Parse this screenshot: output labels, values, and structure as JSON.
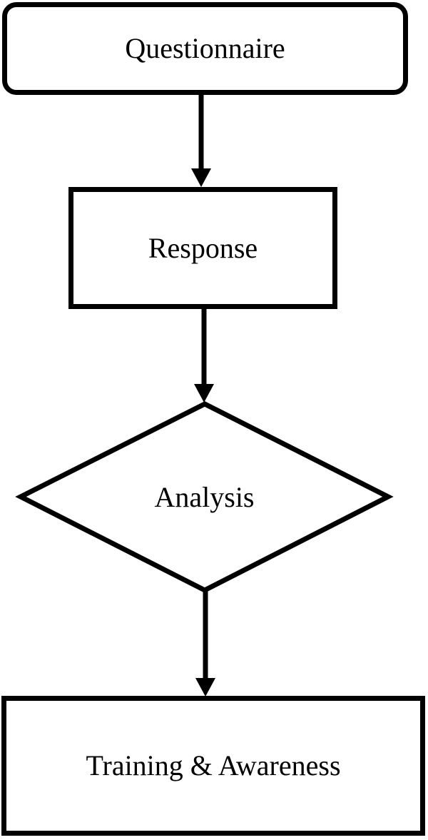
{
  "diagram": {
    "type": "flowchart",
    "direction": "top-to-bottom",
    "colors": {
      "stroke": "#000000",
      "fill": "#ffffff",
      "text": "#000000",
      "background": "#ffffff"
    },
    "nodes": [
      {
        "id": "questionnaire",
        "label": "Questionnaire",
        "shape": "rounded-rectangle"
      },
      {
        "id": "response",
        "label": "Response",
        "shape": "rectangle"
      },
      {
        "id": "analysis",
        "label": "Analysis",
        "shape": "diamond"
      },
      {
        "id": "training-awareness",
        "label": "Training & Awareness",
        "shape": "rectangle"
      }
    ],
    "edges": [
      {
        "from": "questionnaire",
        "to": "response",
        "style": "arrow-down"
      },
      {
        "from": "response",
        "to": "analysis",
        "style": "arrow-down"
      },
      {
        "from": "analysis",
        "to": "training-awareness",
        "style": "arrow-down"
      }
    ]
  }
}
